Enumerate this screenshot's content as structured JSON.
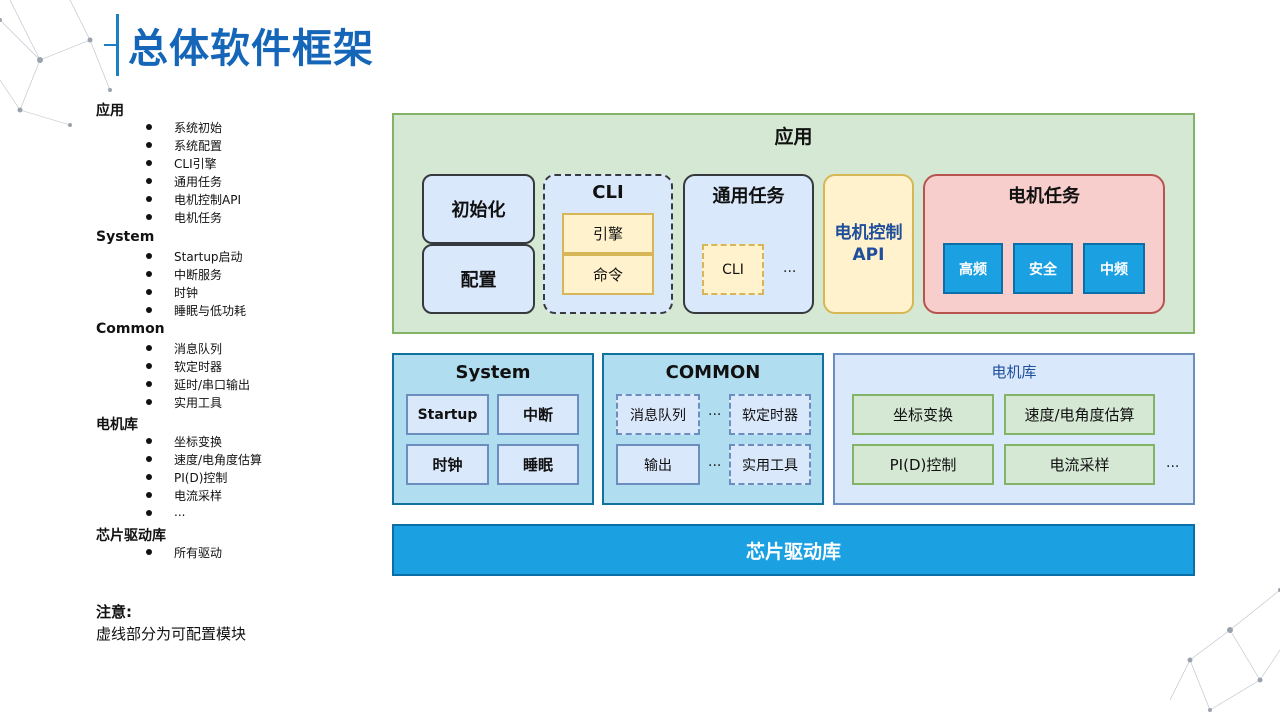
{
  "title": "总体软件框架",
  "outline": {
    "sections": [
      {
        "label": "应用",
        "items": [
          "系统初始",
          "系统配置",
          "CLI引擎",
          "通用任务",
          "电机控制API",
          "电机任务"
        ]
      },
      {
        "label": "System",
        "items": [
          "Startup启动",
          "中断服务",
          "时钟",
          "睡眠与低功耗"
        ]
      },
      {
        "label": "Common",
        "items": [
          "消息队列",
          "软定时器",
          "延时/串口输出",
          "实用工具"
        ]
      },
      {
        "label": "电机库",
        "items": [
          "坐标变换",
          "速度/电角度估算",
          "PI(D)控制",
          "电流采样",
          "..."
        ]
      },
      {
        "label": "芯片驱动库",
        "items": [
          "所有驱动"
        ]
      }
    ]
  },
  "note": {
    "title": "注意:",
    "text": "虚线部分为可配置模块"
  },
  "diagram": {
    "app": {
      "title": "应用",
      "init": "初始化",
      "config": "配置",
      "cli": {
        "title": "CLI",
        "engine": "引擎",
        "command": "命令"
      },
      "general_task": {
        "title": "通用任务",
        "cli": "CLI",
        "ellipsis": "..."
      },
      "motor_api": "电机控制\nAPI",
      "motor_task": {
        "title": "电机任务",
        "items": [
          "高频",
          "安全",
          "中频"
        ]
      }
    },
    "system": {
      "title": "System",
      "items": [
        "Startup",
        "中断",
        "时钟",
        "睡眠"
      ]
    },
    "common": {
      "title": "COMMON",
      "items": [
        "消息队列",
        "软定时器",
        "输出",
        "实用工具"
      ],
      "ellipsis": "..."
    },
    "motor_lib": {
      "title": "电机库",
      "items": [
        "坐标变换",
        "速度/电角度估算",
        "PI(D)控制",
        "电流采样"
      ],
      "ellipsis": "..."
    },
    "chip_driver": "芯片驱动库"
  },
  "colors": {
    "title": "#1566b8",
    "app_bg": "#d5e8d4",
    "app_border": "#82b366",
    "blue_box": "#dae8fc",
    "dark_border": "#36393d",
    "yellow_bg": "#fff2cc",
    "yellow_border": "#d6b656",
    "red_bg": "#f8cecc",
    "red_border": "#b85450",
    "chip": "#1ba1e2"
  }
}
